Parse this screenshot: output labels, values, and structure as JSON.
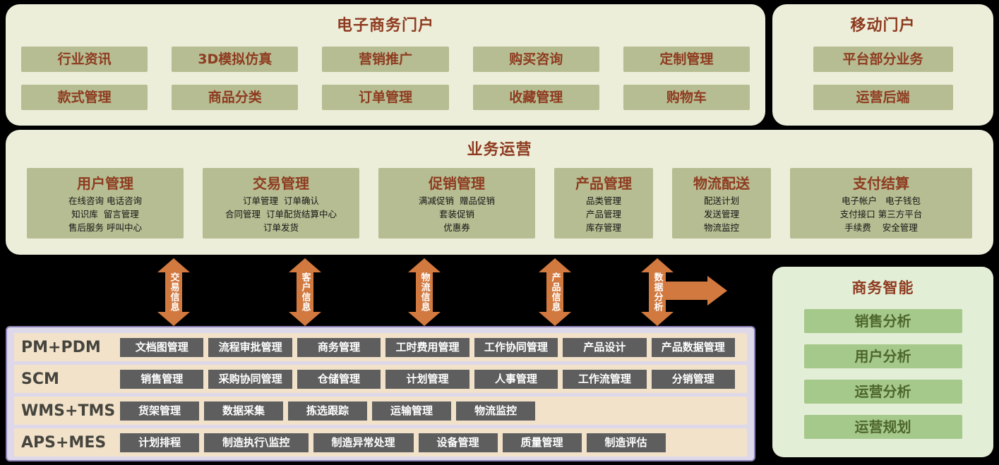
{
  "colors": {
    "background": "#000000",
    "panel_bg": "#edeeda",
    "node_bg": "#b6bd92",
    "heading_text": "#8e3b20",
    "arrow_orange": "#d2793f",
    "systems_panel_bg": "#ded8eb",
    "systems_panel_border": "#8d83b8",
    "systems_row_bg": "#f2e2ca",
    "systems_node_bg": "#5e5e5e",
    "systems_node_text": "#ffffff",
    "bi_panel_bg": "#e3eed6",
    "bi_node_bg": "#a5c88b"
  },
  "ecommerce_portal": {
    "title": "电子商务门户",
    "row1": [
      "行业资讯",
      "3D模拟仿真",
      "营销推广",
      "购买咨询",
      "定制管理"
    ],
    "row2": [
      "款式管理",
      "商品分类",
      "订单管理",
      "收藏管理",
      "购物车"
    ]
  },
  "mobile_portal": {
    "title": "移动门户",
    "items": [
      "平台部分业务",
      "运营后端"
    ]
  },
  "business_operations": {
    "title": "业务运营",
    "columns": [
      {
        "title": "用户管理",
        "lines": [
          "在线咨询 电话咨询",
          "知识库  留言管理",
          "售后服务 呼叫中心"
        ]
      },
      {
        "title": "交易管理",
        "lines": [
          "订单管理  订单确认",
          "合同管理  订单配货结算中心",
          "订单发货"
        ]
      },
      {
        "title": "促销管理",
        "lines": [
          "满减促销  赠品促销",
          "套装促销",
          "优惠券"
        ]
      },
      {
        "title": "产品管理",
        "lines": [
          "品类管理",
          "产品管理",
          "库存管理"
        ]
      },
      {
        "title": "物流配送",
        "lines": [
          "配送计划",
          "发送管理",
          "物流监控"
        ]
      },
      {
        "title": "支付结算",
        "lines": [
          "电子帐户   电子钱包",
          "支付接口 第三方平台",
          "手续费    安全管理"
        ]
      }
    ]
  },
  "arrows": {
    "labels": [
      "交易信息",
      "客户信息",
      "物流信息",
      "产品信息",
      "数据分析"
    ]
  },
  "enterprise_systems": {
    "rows": [
      {
        "label": "PM+PDM",
        "items": [
          "文档图管理",
          "流程审批管理",
          "商务管理",
          "工时费用管理",
          "工作协同管理",
          "产品设计",
          "产品数据管理"
        ]
      },
      {
        "label": "SCM",
        "items": [
          "销售管理",
          "采购协同管理",
          "仓储管理",
          "计划管理",
          "人事管理",
          "工作流管理",
          "分销管理"
        ]
      },
      {
        "label": "WMS+TMS",
        "items": [
          "货架管理",
          "数据采集",
          "拣选跟踪",
          "运输管理",
          "物流监控"
        ]
      },
      {
        "label": "APS+MES",
        "items": [
          "计划排程",
          "制造执行\\监控",
          "制造异常处理",
          "设备管理",
          "质量管理",
          "制造评估"
        ]
      }
    ]
  },
  "business_intelligence": {
    "title": "商务智能",
    "items": [
      "销售分析",
      "用户分析",
      "运营分析",
      "运营规划"
    ]
  }
}
